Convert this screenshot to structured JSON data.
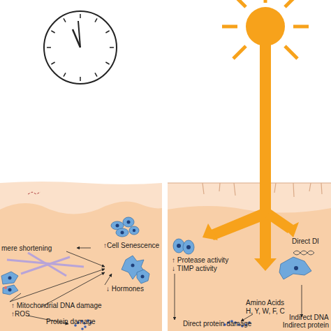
{
  "diagram": {
    "labels": [
      "mere shortening",
      "↑Cell Senescence",
      "↓ Hormones",
      "↑ Mitochondrial DNA damage",
      "↑ROS",
      "Protein damage",
      "↑ Protease activity",
      "↓ TIMP activity",
      "Direct DI",
      "Amino Acids",
      "H, Y, W, F, C",
      "Direct protein damage",
      "Indirect DNA",
      "Indirect protein"
    ]
  }
}
